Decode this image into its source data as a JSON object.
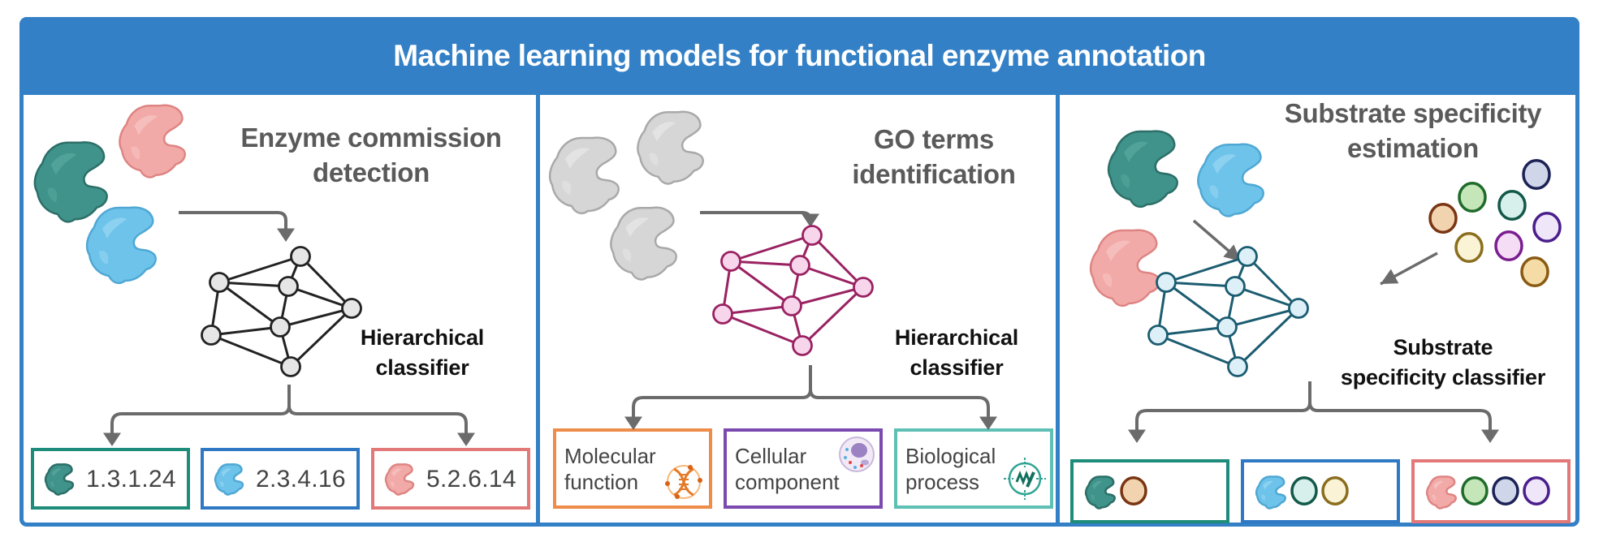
{
  "header": {
    "title": "Machine learning models for functional enzyme annotation"
  },
  "colors": {
    "frame_blue": "#3380C6",
    "arrow_gray": "#6b6b6b",
    "enzyme_teal": "#3F938A",
    "enzyme_blue": "#6EC3EA",
    "enzyme_pink": "#F2AAA8",
    "enzyme_gray": "#D6D6D6",
    "network_black": "#222222",
    "network_magenta": "#9A2262",
    "network_teal": "#1B5C70"
  },
  "panels": [
    {
      "id": "ec",
      "title_lines": [
        "Enzyme commission",
        "detection"
      ],
      "classifier_lines": [
        "Hierarchical",
        "classifier"
      ],
      "outputs": [
        {
          "label": "1.3.1.24",
          "enzyme": "teal",
          "border": "#1E8C7A"
        },
        {
          "label": "2.3.4.16",
          "enzyme": "blue",
          "border": "#2F78C4"
        },
        {
          "label": "5.2.6.14",
          "enzyme": "pink",
          "border": "#E27877"
        }
      ]
    },
    {
      "id": "go",
      "title_lines": [
        "GO terms",
        "identification"
      ],
      "classifier_lines": [
        "Hierarchical",
        "classifier"
      ],
      "outputs": [
        {
          "label_lines": [
            "Molecular",
            "function"
          ],
          "icon": "dna-icon",
          "border": "#EE8C4A"
        },
        {
          "label_lines": [
            "Cellular",
            "component"
          ],
          "icon": "cell-icon",
          "border": "#7B4AB0"
        },
        {
          "label_lines": [
            "Biological",
            "process"
          ],
          "icon": "pathway-target-icon",
          "border": "#5EC0B4"
        }
      ]
    },
    {
      "id": "substrate",
      "title_lines": [
        "Substrate specificity",
        "estimation"
      ],
      "classifier_lines": [
        "Substrate",
        "specificity classifier"
      ],
      "outputs": [
        {
          "enzyme": "teal",
          "border": "#1E8C7A",
          "substrates": [
            "brown"
          ]
        },
        {
          "enzyme": "blue",
          "border": "#2F78C4",
          "substrates": [
            "mint",
            "olive"
          ]
        },
        {
          "enzyme": "pink",
          "border": "#E27877",
          "substrates": [
            "green",
            "navy",
            "purple"
          ]
        }
      ]
    }
  ],
  "substrate_palette": {
    "brown": {
      "fill": "#F2D3B0",
      "stroke": "#7A3512"
    },
    "green": {
      "fill": "#C5E6B8",
      "stroke": "#1E6B2A"
    },
    "mint": {
      "fill": "#D7F0EC",
      "stroke": "#12594A"
    },
    "navy": {
      "fill": "#CFD6EA",
      "stroke": "#1B2255"
    },
    "purple": {
      "fill": "#EFE6FA",
      "stroke": "#4A1E8C"
    },
    "olive": {
      "fill": "#FAF3D6",
      "stroke": "#8A6E1E"
    },
    "magenta": {
      "fill": "#F4DDF5",
      "stroke": "#7A1E8F"
    },
    "gold": {
      "fill": "#F5DCA6",
      "stroke": "#8A5A12"
    }
  },
  "substrate_pool": [
    "brown",
    "green",
    "mint",
    "navy",
    "purple",
    "olive",
    "magenta",
    "gold"
  ]
}
